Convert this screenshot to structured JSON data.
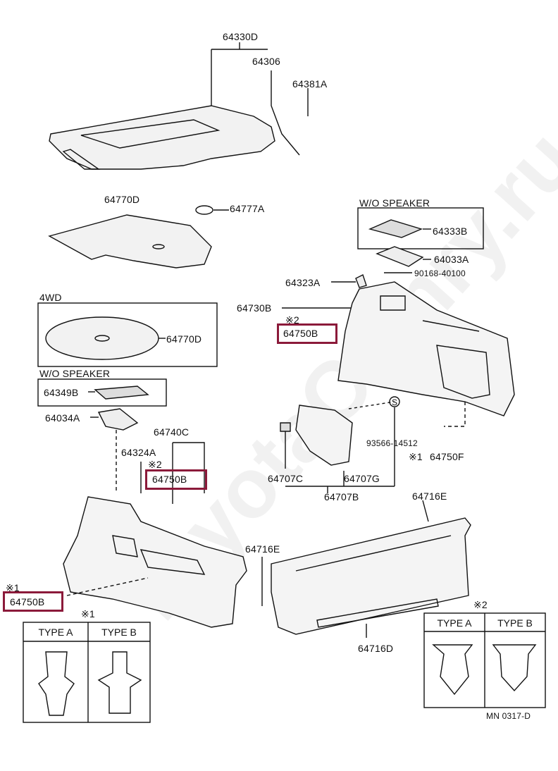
{
  "watermark": "ToyotaCamry.ru",
  "labels": {
    "p64330D": "64330D",
    "p64306": "64306",
    "p64381A": "64381A",
    "p64770D_top": "64770D",
    "p64777A": "64777A",
    "wo_speaker_right": "W/O SPEAKER",
    "p64333B": "64333B",
    "p64033A": "64033A",
    "p90168": "90168-40100",
    "p64323A": "64323A",
    "p64730B": "64730B",
    "mark2_a": "※2",
    "p64750B_a": "64750B",
    "fwd": "4WD",
    "p64770D_mid": "64770D",
    "wo_speaker_left": "W/O SPEAKER",
    "p64349B": "64349B",
    "p64034A": "64034A",
    "p64740C": "64740C",
    "p64324A": "64324A",
    "mark2_b": "※2",
    "p64750B_b": "64750B",
    "s_mark": "S",
    "p93566": "93566-14512",
    "mark1_f": "※1",
    "p64750F": "64750F",
    "p64707C": "64707C",
    "p64707G": "64707G",
    "p64707B": "64707B",
    "p64716E_a": "64716E",
    "p64716E_b": "64716E",
    "mark1_c": "※1",
    "p64750B_c": "64750B",
    "p64716D": "64716D",
    "table1_mark": "※1",
    "table1_typeA": "TYPE  A",
    "table1_typeB": "TYPE  B",
    "table2_mark": "※2",
    "table2_typeA": "TYPE A",
    "table2_typeB": "TYPE B",
    "diagram_code": "MN 0317-D"
  },
  "colors": {
    "highlight": "#8b1a3a",
    "line": "#111111"
  }
}
